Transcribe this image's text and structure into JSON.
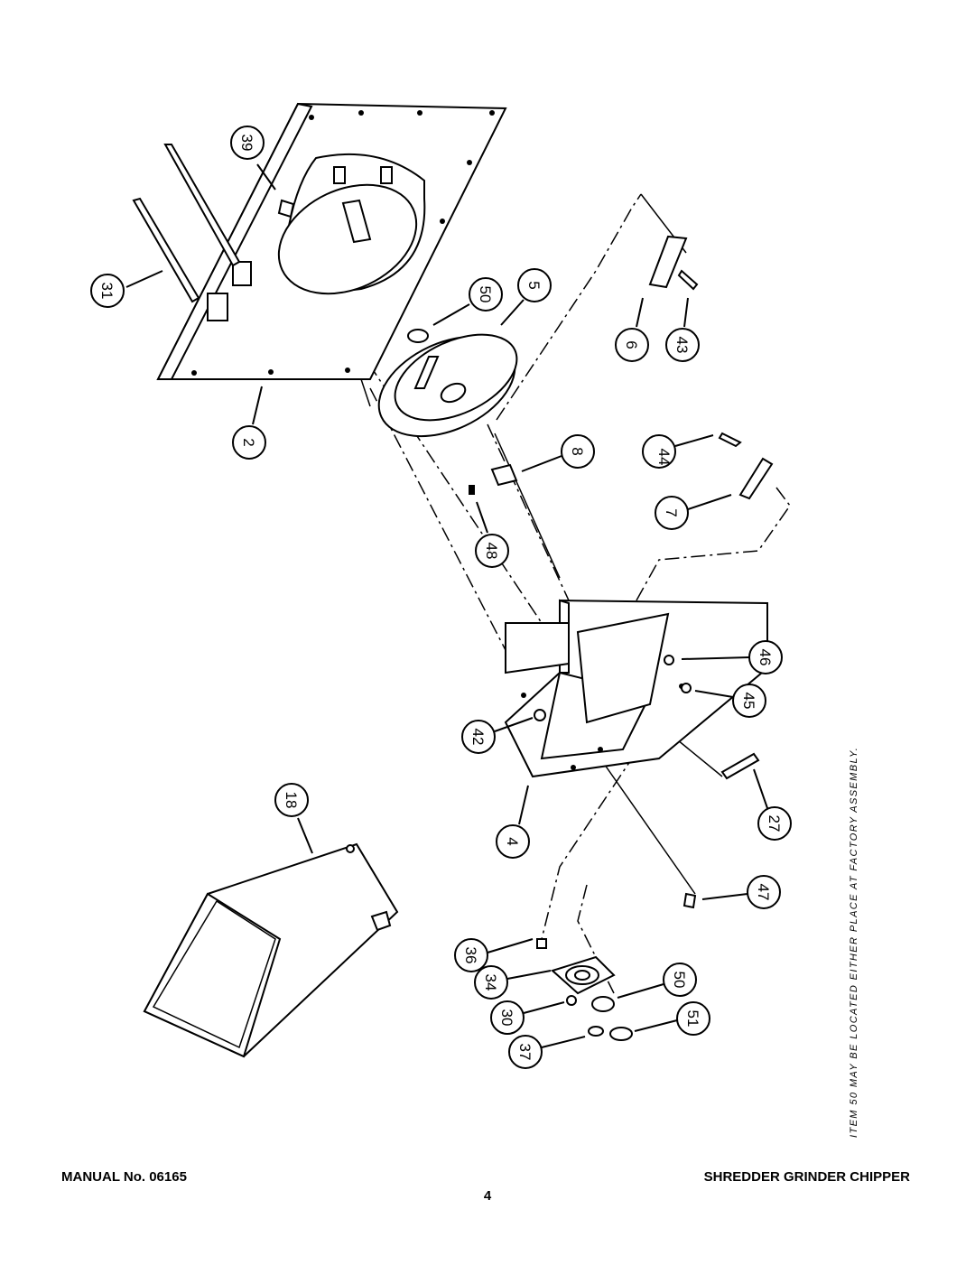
{
  "footer": {
    "manual_no": "MANUAL No. 06165",
    "title": "SHREDDER GRINDER CHIPPER",
    "page": "4"
  },
  "note": "ITEM 50 MAY BE LOCATED EITHER PLACE AT FACTORY ASSEMBLY.",
  "callouts": [
    "39",
    "31",
    "50",
    "5",
    "2",
    "6",
    "43",
    "8",
    "44",
    "7",
    "48",
    "46",
    "45",
    "42",
    "18",
    "27",
    "4",
    "47",
    "36",
    "34",
    "50",
    "30",
    "51",
    "37"
  ]
}
